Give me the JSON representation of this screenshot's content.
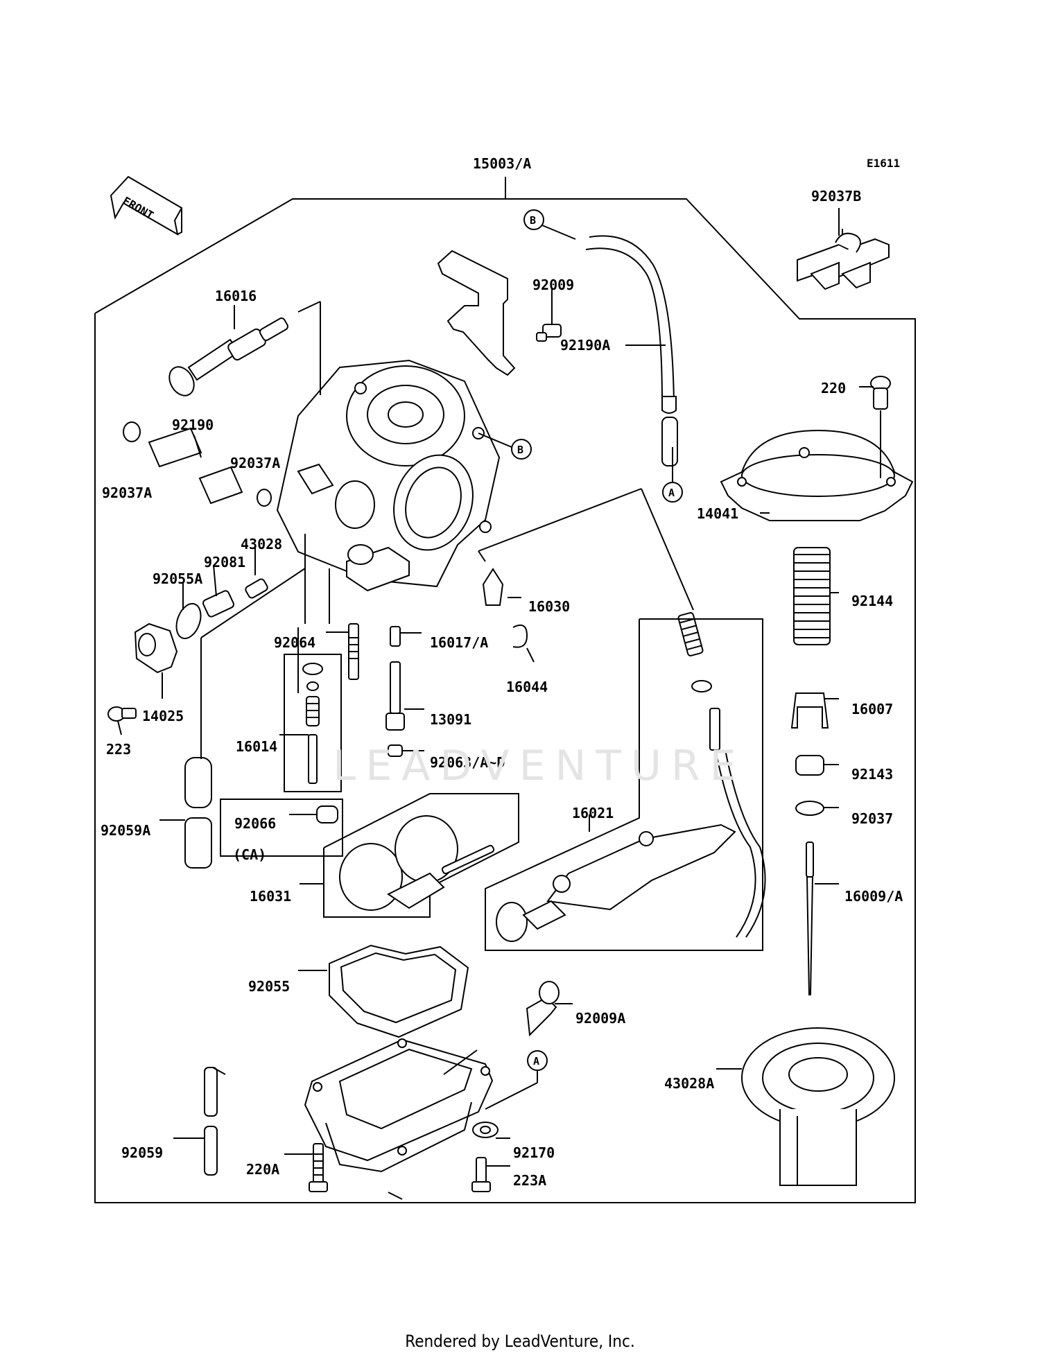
{
  "diagram": {
    "code": "E1611",
    "front_label": "FRONT",
    "watermark": "LEADVENTURE",
    "footer": "Rendered by LeadVenture, Inc.",
    "refs": [
      "A",
      "B"
    ],
    "parts": [
      "15003/A",
      "92037B",
      "16016",
      "92009",
      "92190A",
      "220",
      "92190",
      "92037A",
      "14041",
      "43028",
      "92081",
      "92055A",
      "92144",
      "16030",
      "92064",
      "16017/A",
      "14025",
      "223",
      "16044",
      "16007",
      "13091",
      "16014",
      "92063/A~D",
      "92143",
      "92037",
      "92059A",
      "92066",
      "(CA)",
      "16021",
      "16031",
      "16009/A",
      "92055",
      "92009A",
      "43028A",
      "92059",
      "92170",
      "220A",
      "223A"
    ]
  }
}
